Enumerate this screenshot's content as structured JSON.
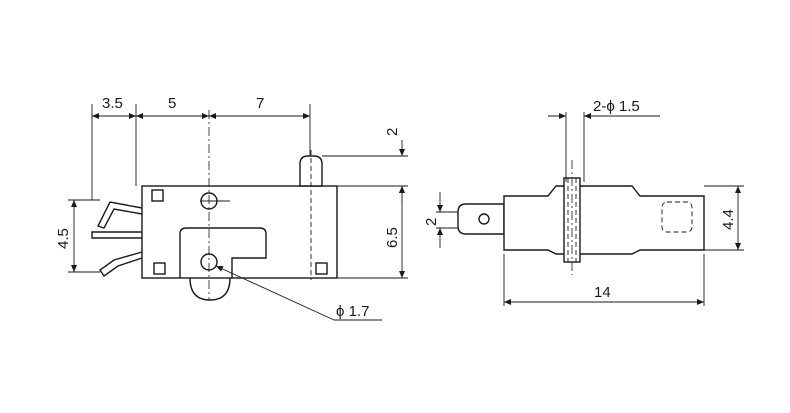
{
  "front_view": {
    "dim_top_1": "3.5",
    "dim_top_2": "5",
    "dim_top_3": "7",
    "dim_right_top": "2",
    "dim_right_height": "6.5",
    "dim_left_terminals": "4.5",
    "dim_hole": "ϕ 1.7"
  },
  "side_view": {
    "dim_holes": "2-ϕ 1.5",
    "dim_tab": "2",
    "dim_height": "4.4",
    "dim_length": "14"
  }
}
